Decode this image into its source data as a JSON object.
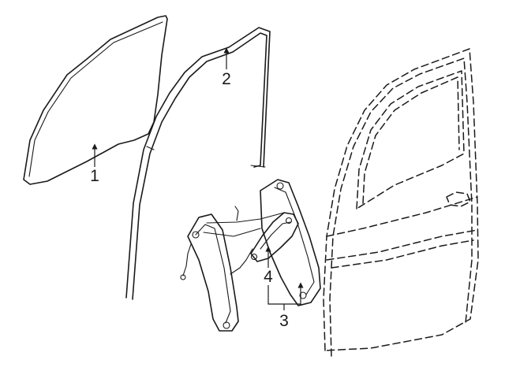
{
  "diagram": {
    "callouts": {
      "c1": "1",
      "c2": "2",
      "c3": "3",
      "c4": "4"
    },
    "parts": [
      {
        "callout": "1",
        "icon": "door-glass-icon"
      },
      {
        "callout": "2",
        "icon": "run-channel-icon"
      },
      {
        "callout": "3",
        "icon": "window-regulator-icon"
      },
      {
        "callout": "4",
        "icon": "regulator-motor-icon"
      }
    ],
    "colors": {
      "line": "#1a1a1a",
      "background": "#ffffff"
    }
  }
}
